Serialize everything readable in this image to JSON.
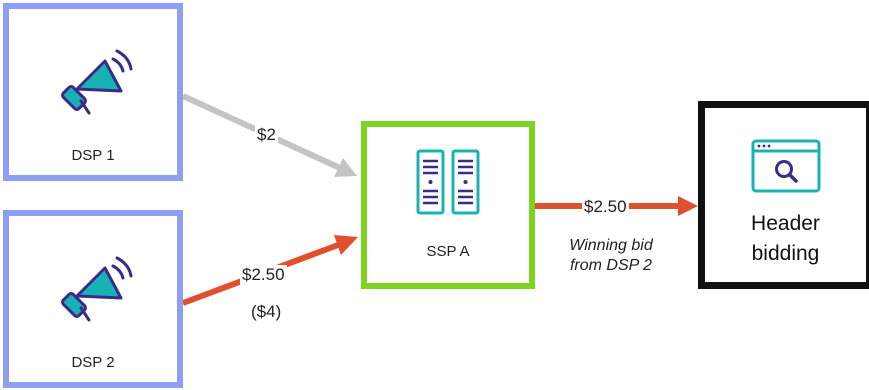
{
  "nodes": {
    "dsp1": {
      "label": "DSP 1",
      "icon": "megaphone-icon"
    },
    "dsp2": {
      "label": "DSP 2",
      "icon": "megaphone-icon"
    },
    "ssp": {
      "label": "SSP A",
      "icon": "server-icon"
    },
    "header_bidding": {
      "label_line1": "Header",
      "label_line2": "bidding",
      "icon": "browser-search-icon"
    }
  },
  "edges": {
    "dsp1_to_ssp": {
      "label": "$2",
      "color": "#c4c4c4"
    },
    "dsp2_to_ssp": {
      "label": "$2.50",
      "sublabel": "($4)",
      "color": "#e0502e"
    },
    "ssp_to_hb": {
      "label": "$2.50",
      "note_line1": "Winning bid",
      "note_line2": "from DSP 2",
      "color": "#e0502e"
    }
  },
  "colors": {
    "dsp_border": "#8f9ef5",
    "ssp_border": "#7ed321",
    "hb_border": "#111111",
    "icon_teal": "#17b3b3",
    "icon_purple": "#3b2a8a"
  }
}
